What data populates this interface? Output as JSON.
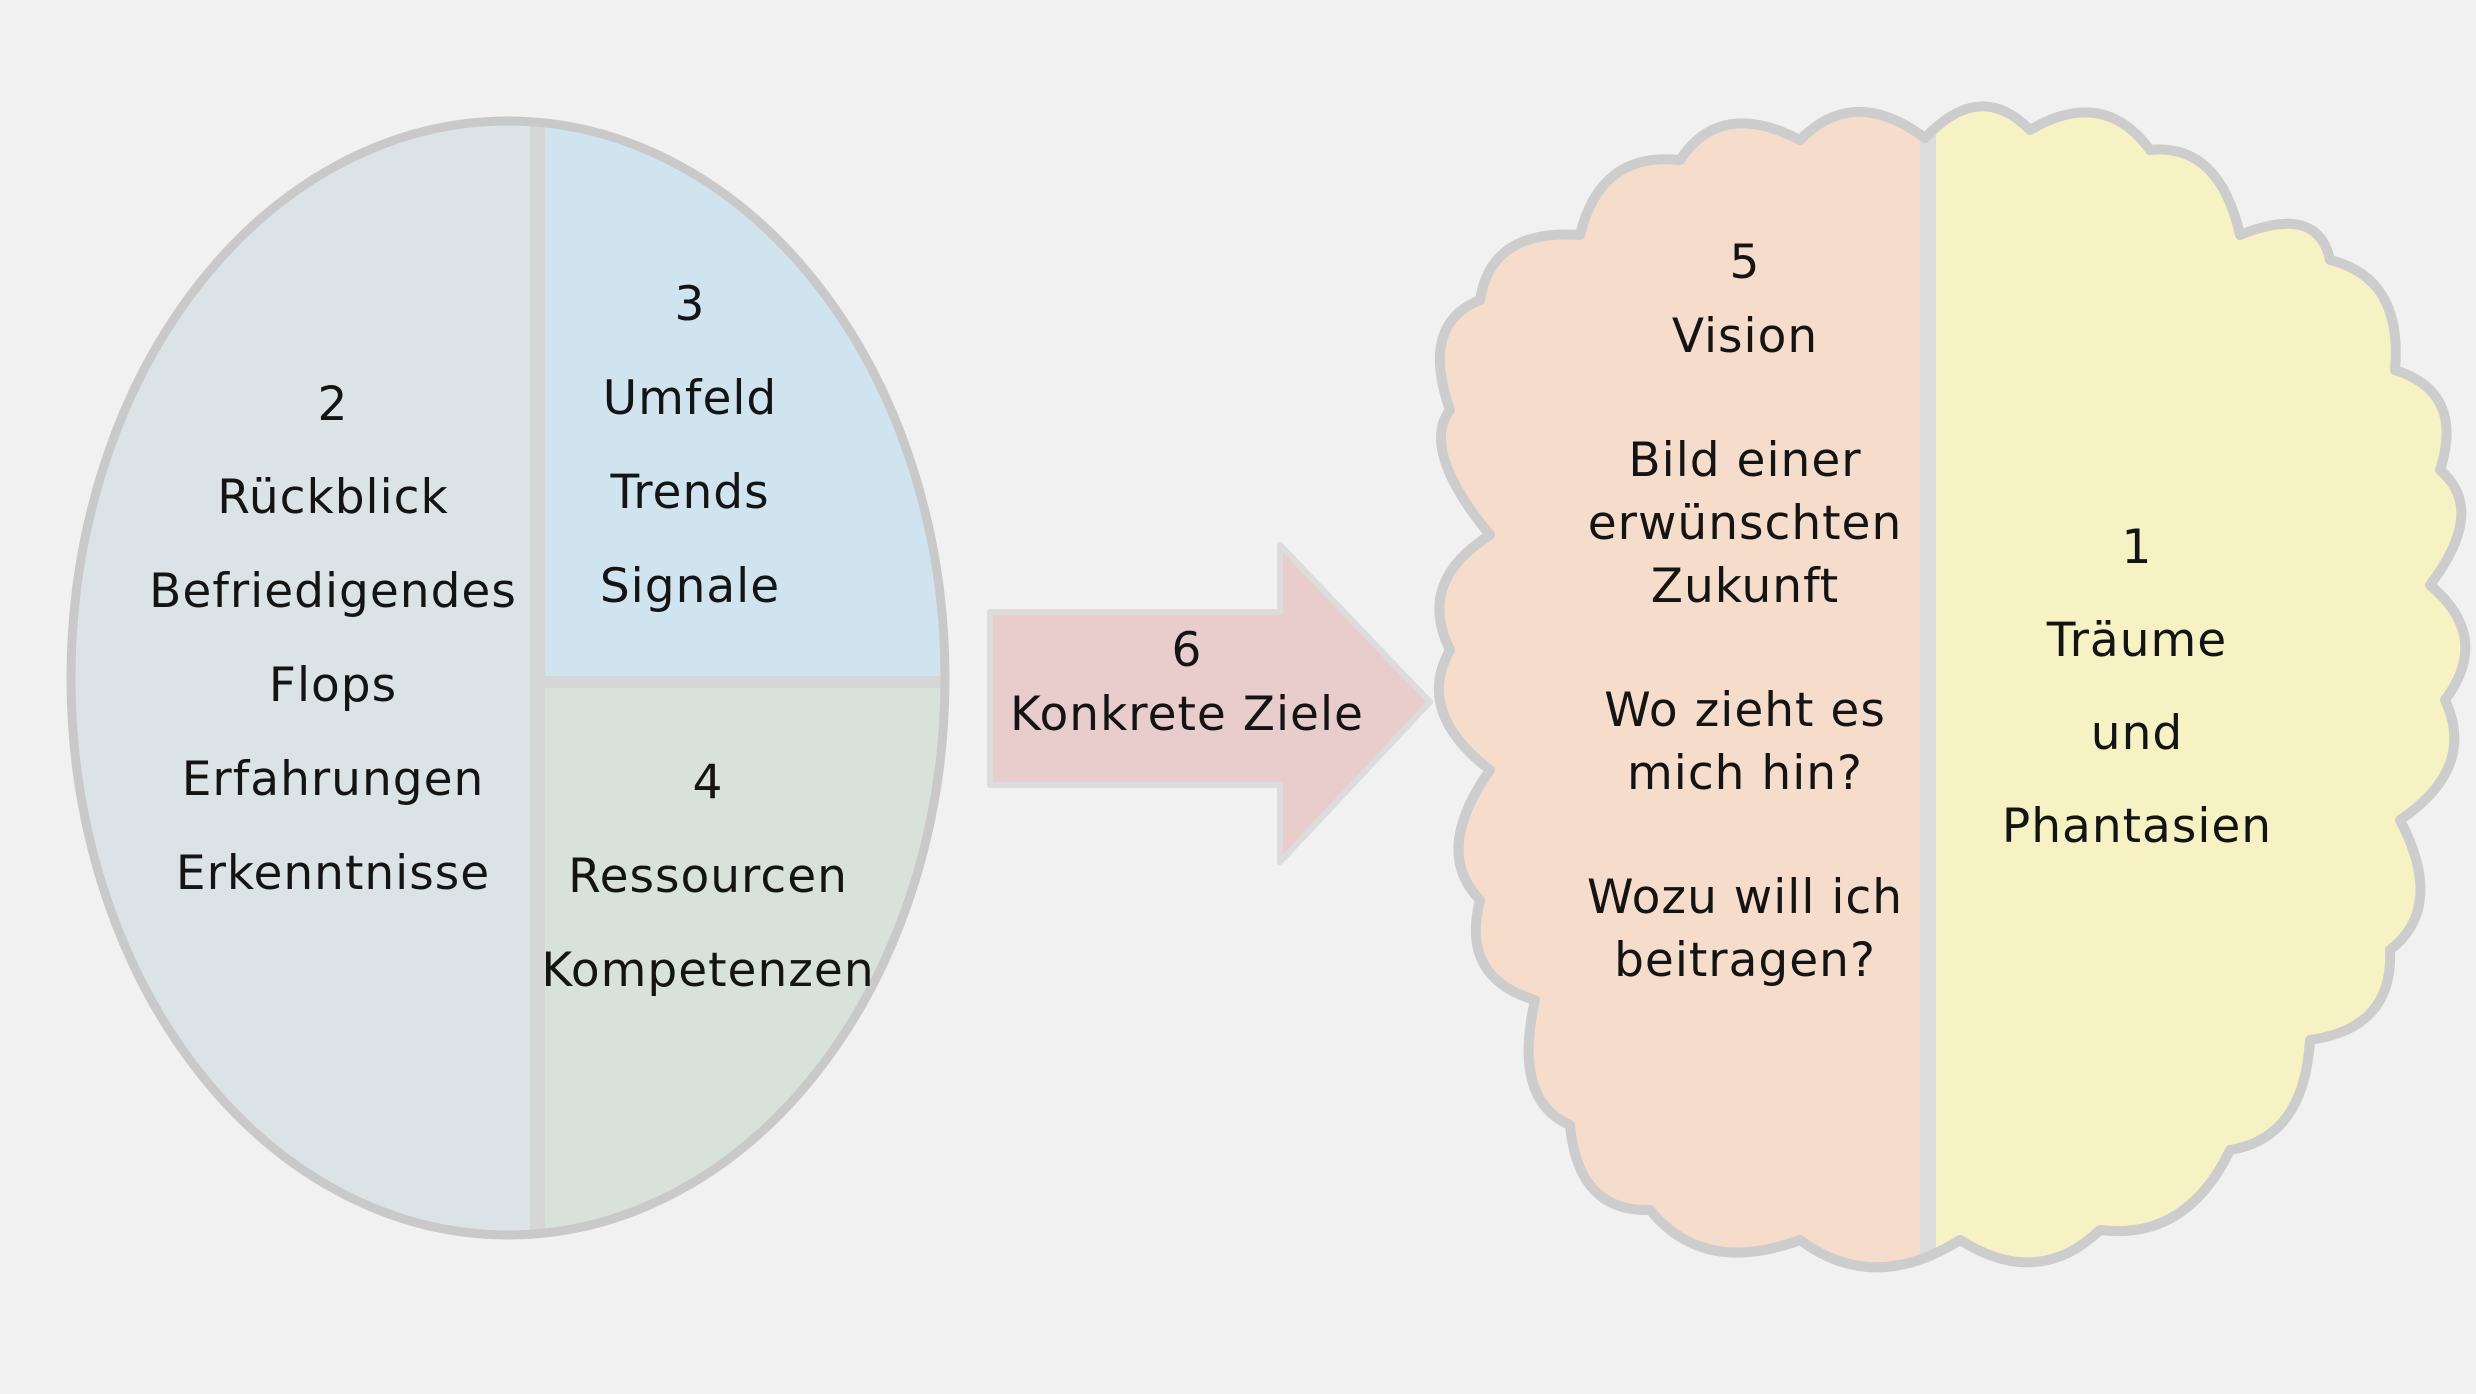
{
  "oval": {
    "left": {
      "number": "2",
      "lines": [
        "Rückblick",
        "Befriedigendes",
        "Flops",
        "Erfahrungen",
        "Erkenntnisse"
      ]
    },
    "top_right": {
      "number": "3",
      "lines": [
        "Umfeld",
        "Trends",
        "Signale"
      ]
    },
    "bottom_right": {
      "number": "4",
      "lines": [
        "Ressourcen",
        "Kompetenzen"
      ]
    }
  },
  "arrow": {
    "number": "6",
    "label": "Konkrete Ziele"
  },
  "cloud": {
    "left": {
      "number": "5",
      "title": "Vision",
      "lines": [
        "Bild einer",
        "erwünschten",
        "Zukunft",
        "Wo zieht es",
        "mich hin?",
        "Wozu will ich",
        "beitragen?"
      ]
    },
    "right": {
      "number": "1",
      "lines": [
        "Träume",
        "und",
        "Phantasien"
      ]
    }
  },
  "colors": {
    "background": "#f1f1f1",
    "oval_left": "#dce3e7",
    "oval_top_right": "#cfe4ef",
    "oval_bottom_right": "#d9e2da",
    "arrow": "#e8cdcc",
    "cloud_left": "#f5dccb",
    "cloud_right": "#f6f2c4",
    "outline": "#c9c9c9"
  }
}
